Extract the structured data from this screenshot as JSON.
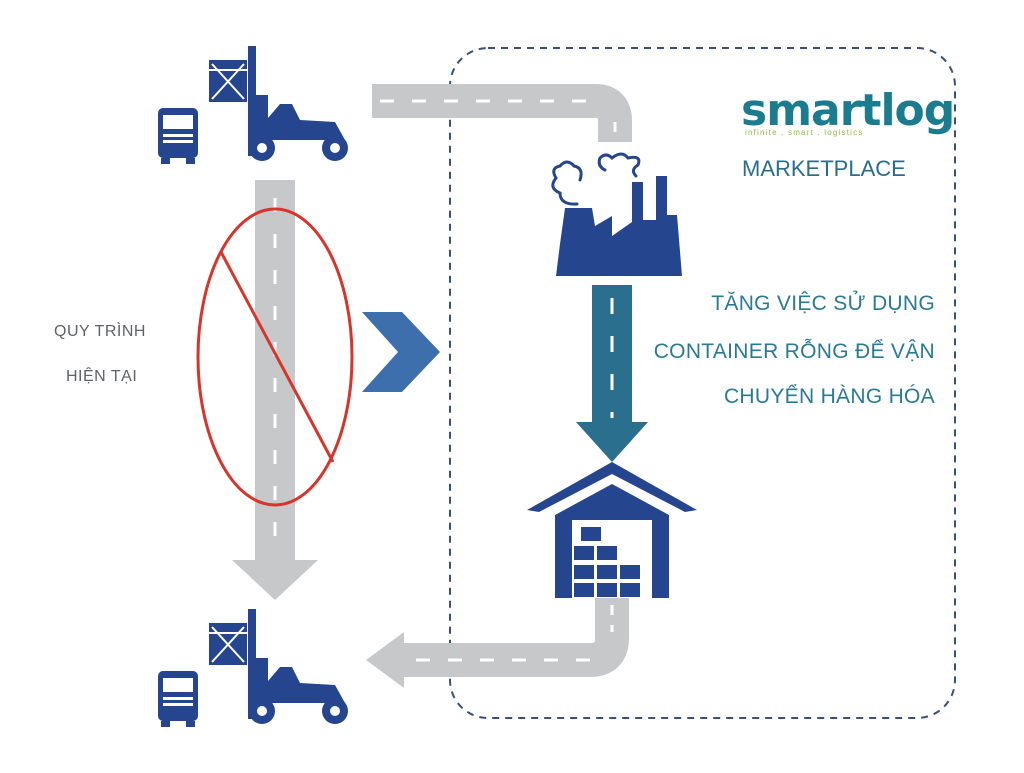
{
  "left_label": {
    "line1": "QUY TRÌNH",
    "line2": "HIỆN TẠI"
  },
  "logo": {
    "wordmark": "smartlog",
    "tagline": "infinite . smart . logistics",
    "subtitle": "MARKETPLACE"
  },
  "right_text": {
    "line1": "TĂNG VIỆC SỬ DỤNG",
    "line2": "CONTAINER RỖNG ĐỂ VẬN",
    "line3": "CHUYỂN HÀNG HÓA"
  },
  "colors": {
    "road": "#c6c8ca",
    "navy": "#26458f",
    "teal": "#2b6f8f",
    "prohibit": "#d7342c",
    "dashed_box": "#3a4f7a",
    "chevron": "#3e6fad"
  },
  "icons": [
    "truck-icon",
    "container-lifter-icon",
    "factory-icon",
    "warehouse-icon",
    "prohibit-icon",
    "chevron-right-icon"
  ]
}
